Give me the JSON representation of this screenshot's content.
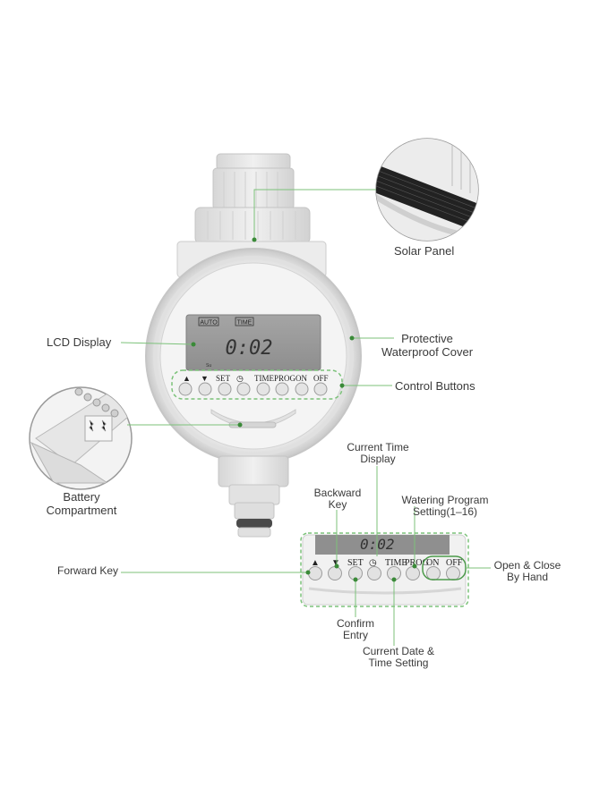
{
  "device": {
    "lcd": {
      "mode_auto": "AUTO",
      "mode_time": "TIME",
      "time": "0:02",
      "small": "Su"
    },
    "buttons": {
      "up": "▲",
      "down": "▼",
      "set": "SET",
      "clock": "◷",
      "time": "TIME",
      "prog": "PROG",
      "on": "ON",
      "off": "OFF"
    }
  },
  "labels": {
    "solar_panel": "Solar Panel",
    "lcd_display": "LCD Display",
    "protective_cover_1": "Protective",
    "protective_cover_2": "Waterproof Cover",
    "control_buttons": "Control Buttons",
    "battery_1": "Battery",
    "battery_2": "Compartment",
    "current_time_1": "Current Time",
    "current_time_2": "Display",
    "backward_1": "Backward",
    "backward_2": "Key",
    "watering_1": "Watering Program",
    "watering_2": "Setting(1–16)",
    "forward_key": "Forward Key",
    "open_close_1": "Open & Close",
    "open_close_2": "By Hand",
    "confirm_1": "Confirm",
    "confirm_2": "Entry",
    "date_time_1": "Current Date &",
    "date_time_2": "Time Setting"
  },
  "colors": {
    "callout_line": "#7cc27a",
    "device_body": "#e8e8e8",
    "lcd_bg": "#9a9a9a"
  }
}
